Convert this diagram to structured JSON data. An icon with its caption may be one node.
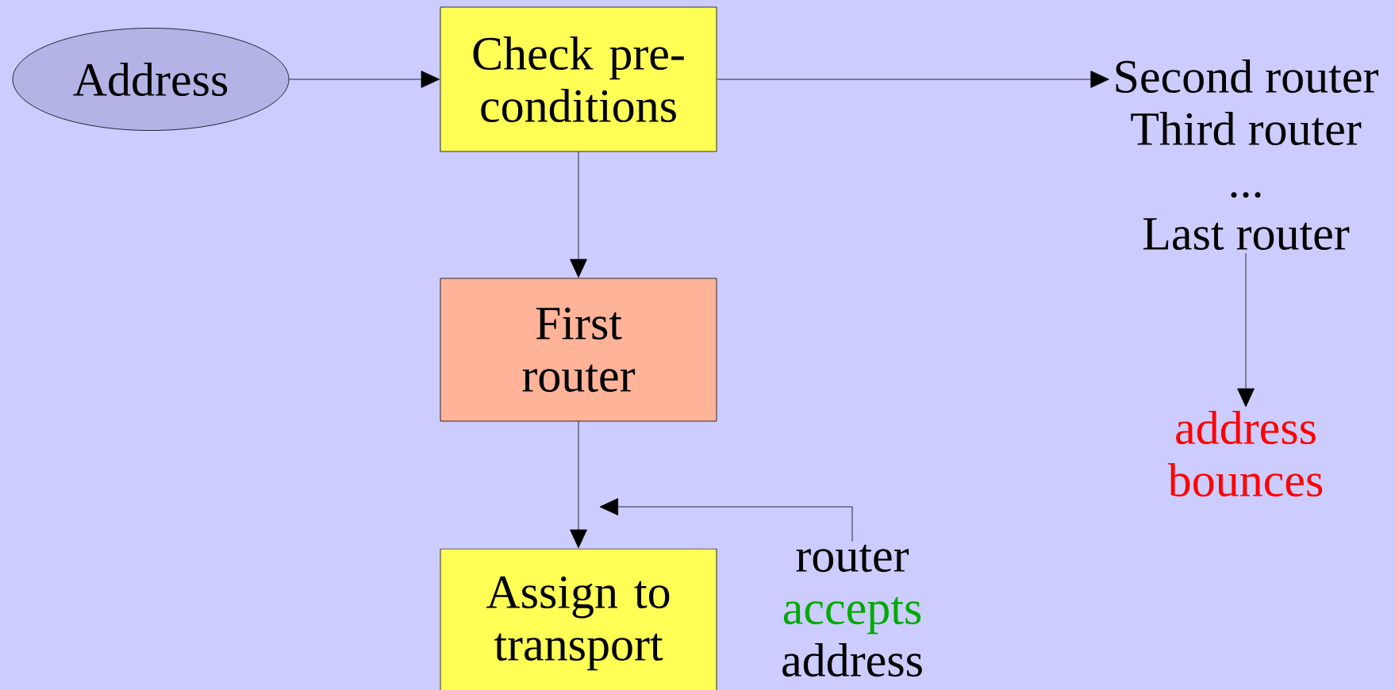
{
  "diagram": {
    "nodes": [
      {
        "text": [
          "Address"
        ]
      },
      {
        "text": [
          "Check pre-conditions"
        ]
      },
      {
        "text": [
          "Second router",
          "Third router",
          "...",
          "Last router"
        ]
      },
      {
        "text": [
          "First router"
        ]
      },
      {
        "text": [
          "Assign to transport"
        ]
      },
      {
        "text": [
          "router",
          "accepts",
          "address"
        ]
      },
      {
        "text": [
          "address bounces"
        ]
      }
    ],
    "edges": [
      {
        "from": 0,
        "to": 1,
        "arrow": "to"
      },
      {
        "from": 1,
        "to": 2,
        "arrow": "to"
      },
      {
        "from": 1,
        "to": 3,
        "arrow": "to"
      },
      {
        "from": 3,
        "to": 4,
        "arrow": "to"
      },
      {
        "from": 2,
        "to": 6,
        "arrow": "to"
      },
      {
        "from": 5,
        "to": null,
        "arrow": "to"
      }
    ]
  }
}
